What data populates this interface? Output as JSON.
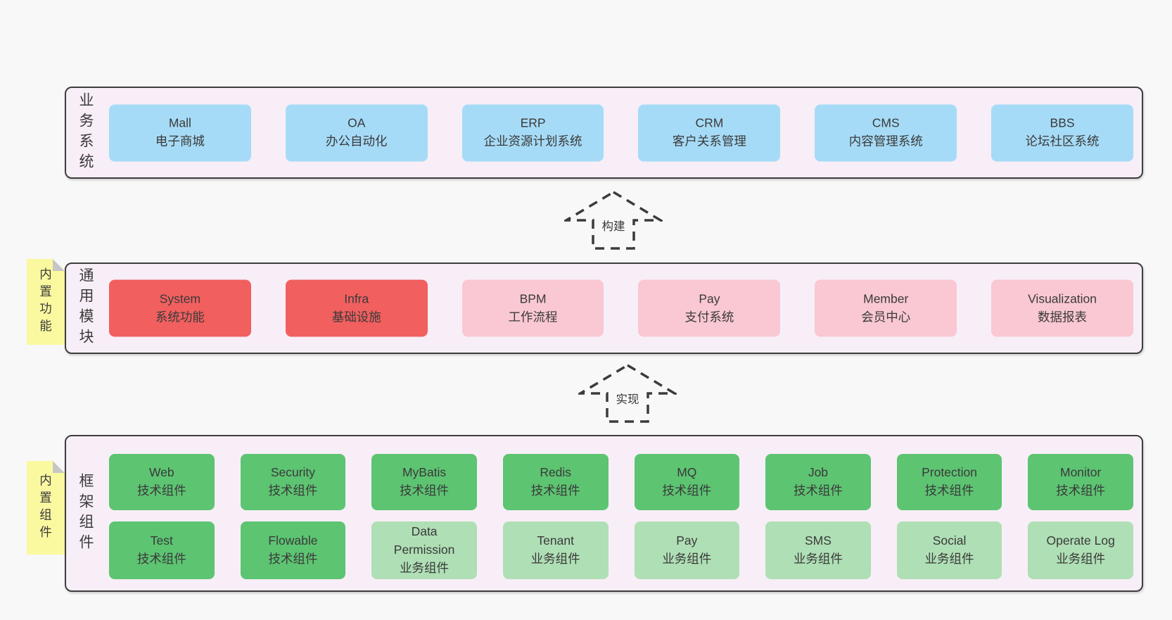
{
  "palette": {
    "page_background": "#f8f8f8",
    "band_background": "#f8eef7",
    "band_border": "#3e3e3e",
    "blue_box": "#a6dbf7",
    "red_box": "#f15f5f",
    "pink_box": "#f9c8d2",
    "green_box": "#5dc472",
    "light_green_box": "#afdfb5",
    "sticky_yellow": "#fbf9a0",
    "sticky_fold_gray": "#c6c6c6",
    "text": "#3b3b3b"
  },
  "arrows": [
    {
      "label": "构建"
    },
    {
      "label": "实现"
    }
  ],
  "bands": {
    "business": {
      "label": "业务系统",
      "boxes": [
        {
          "name": "Mall",
          "desc": "电子商城",
          "color": "blue"
        },
        {
          "name": "OA",
          "desc": "办公自动化",
          "color": "blue"
        },
        {
          "name": "ERP",
          "desc": "企业资源计划系统",
          "color": "blue"
        },
        {
          "name": "CRM",
          "desc": "客户关系管理",
          "color": "blue"
        },
        {
          "name": "CMS",
          "desc": "内容管理系统",
          "color": "blue"
        },
        {
          "name": "BBS",
          "desc": "论坛社区系统",
          "color": "blue"
        }
      ]
    },
    "modules": {
      "label": "通用模块",
      "sticky": "内置功能",
      "boxes": [
        {
          "name": "System",
          "desc": "系统功能",
          "color": "red"
        },
        {
          "name": "Infra",
          "desc": "基础设施",
          "color": "red"
        },
        {
          "name": "BPM",
          "desc": "工作流程",
          "color": "pink"
        },
        {
          "name": "Pay",
          "desc": "支付系统",
          "color": "pink"
        },
        {
          "name": "Member",
          "desc": "会员中心",
          "color": "pink"
        },
        {
          "name": "Visualization",
          "desc": "数据报表",
          "color": "pink"
        }
      ]
    },
    "components": {
      "label": "框架组件",
      "sticky": "内置组件",
      "rows": [
        [
          {
            "name": "Web",
            "desc": "技术组件",
            "color": "green"
          },
          {
            "name": "Security",
            "desc": "技术组件",
            "color": "green"
          },
          {
            "name": "MyBatis",
            "desc": "技术组件",
            "color": "green"
          },
          {
            "name": "Redis",
            "desc": "技术组件",
            "color": "green"
          },
          {
            "name": "MQ",
            "desc": "技术组件",
            "color": "green"
          },
          {
            "name": "Job",
            "desc": "技术组件",
            "color": "green"
          },
          {
            "name": "Protection",
            "desc": "技术组件",
            "color": "green"
          },
          {
            "name": "Monitor",
            "desc": "技术组件",
            "color": "green"
          }
        ],
        [
          {
            "name": "Test",
            "desc": "技术组件",
            "color": "green"
          },
          {
            "name": "Flowable",
            "desc": "技术组件",
            "color": "green"
          },
          {
            "name": "Data Permission",
            "desc": "业务组件",
            "color": "lightgreen"
          },
          {
            "name": "Tenant",
            "desc": "业务组件",
            "color": "lightgreen"
          },
          {
            "name": "Pay",
            "desc": "业务组件",
            "color": "lightgreen"
          },
          {
            "name": "SMS",
            "desc": "业务组件",
            "color": "lightgreen"
          },
          {
            "name": "Social",
            "desc": "业务组件",
            "color": "lightgreen"
          },
          {
            "name": "Operate Log",
            "desc": "业务组件",
            "color": "lightgreen"
          }
        ]
      ]
    }
  }
}
